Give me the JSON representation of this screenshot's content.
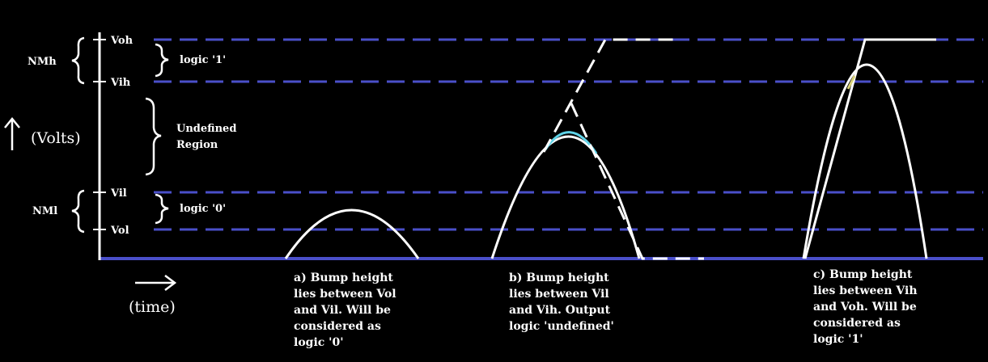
{
  "axis": {
    "y_label": "(Volts)",
    "x_label": "(time)",
    "levels": {
      "voh": "Voh",
      "vih": "Vih",
      "vil": "Vil",
      "vol": "Vol"
    }
  },
  "margins": {
    "high": "NMh",
    "low": "NMl"
  },
  "regions": {
    "logic_one": "logic '1'",
    "undefined_line1": "Undefined",
    "undefined_line2": "Region",
    "logic_zero": "logic '0'"
  },
  "captions": {
    "a": [
      "a) Bump height",
      "lies between Vol",
      "and Vil. Will be",
      "considered as",
      "logic '0'"
    ],
    "b": [
      "b) Bump height",
      "lies between Vil",
      "and Vih. Output",
      "logic 'undefined'"
    ],
    "c": [
      "c) Bump height",
      "lies between Vih",
      "and Voh. Will be",
      "considered as",
      "logic '1'"
    ]
  },
  "colors": {
    "background": "#000000",
    "level_lines": "#4a4fc9",
    "axis": "#ffffff",
    "curve": "#ffffff",
    "highlight_b": "#5fd3e8",
    "highlight_c": "#d9d27a"
  }
}
